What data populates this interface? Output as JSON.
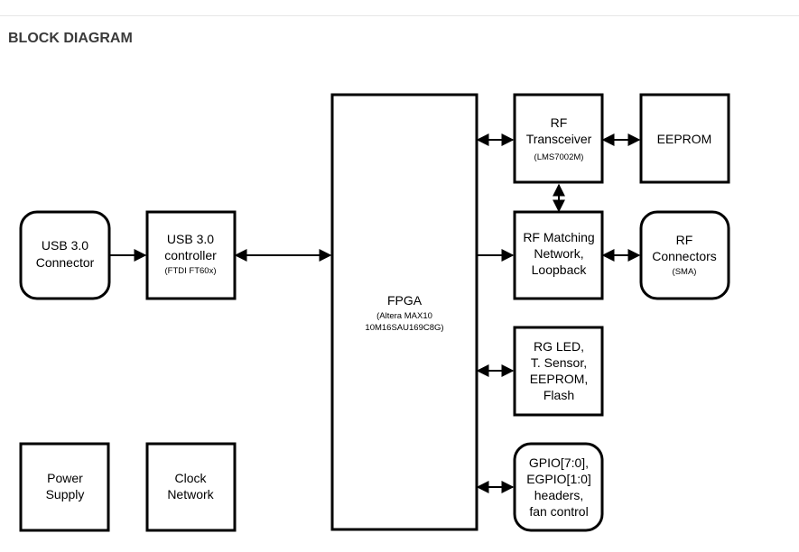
{
  "section": {
    "title": "BLOCK DIAGRAM"
  },
  "blocks": {
    "usb_connector": {
      "lines": [
        "USB 3.0",
        "Connector"
      ]
    },
    "usb_controller": {
      "lines": [
        "USB 3.0",
        "controller"
      ],
      "sub": "(FTDI FT60x)"
    },
    "fpga": {
      "lines": [
        "FPGA"
      ],
      "sub": [
        "(Altera MAX10",
        "10M16SAU169C8G)"
      ]
    },
    "rf_transceiver": {
      "lines": [
        "RF",
        "Transceiver"
      ],
      "sub": "(LMS7002M)"
    },
    "eeprom": {
      "lines": [
        "EEPROM"
      ]
    },
    "rf_matching": {
      "lines": [
        "RF Matching",
        "Network,",
        "Loopback"
      ]
    },
    "rf_connectors": {
      "lines": [
        "RF",
        "Connectors"
      ],
      "sub": "(SMA)"
    },
    "peripherals": {
      "lines": [
        "RG LED,",
        "T. Sensor,",
        "EEPROM,",
        "Flash"
      ]
    },
    "gpio": {
      "lines": [
        "GPIO[7:0],",
        "EGPIO[1:0]",
        "headers,",
        "fan control"
      ]
    },
    "power_supply": {
      "lines": [
        "Power",
        "Supply"
      ]
    },
    "clock_network": {
      "lines": [
        "Clock",
        "Network"
      ]
    }
  },
  "colors": {
    "line": "#000000",
    "title": "#3a3a3a",
    "rule": "#e6e6e6"
  }
}
